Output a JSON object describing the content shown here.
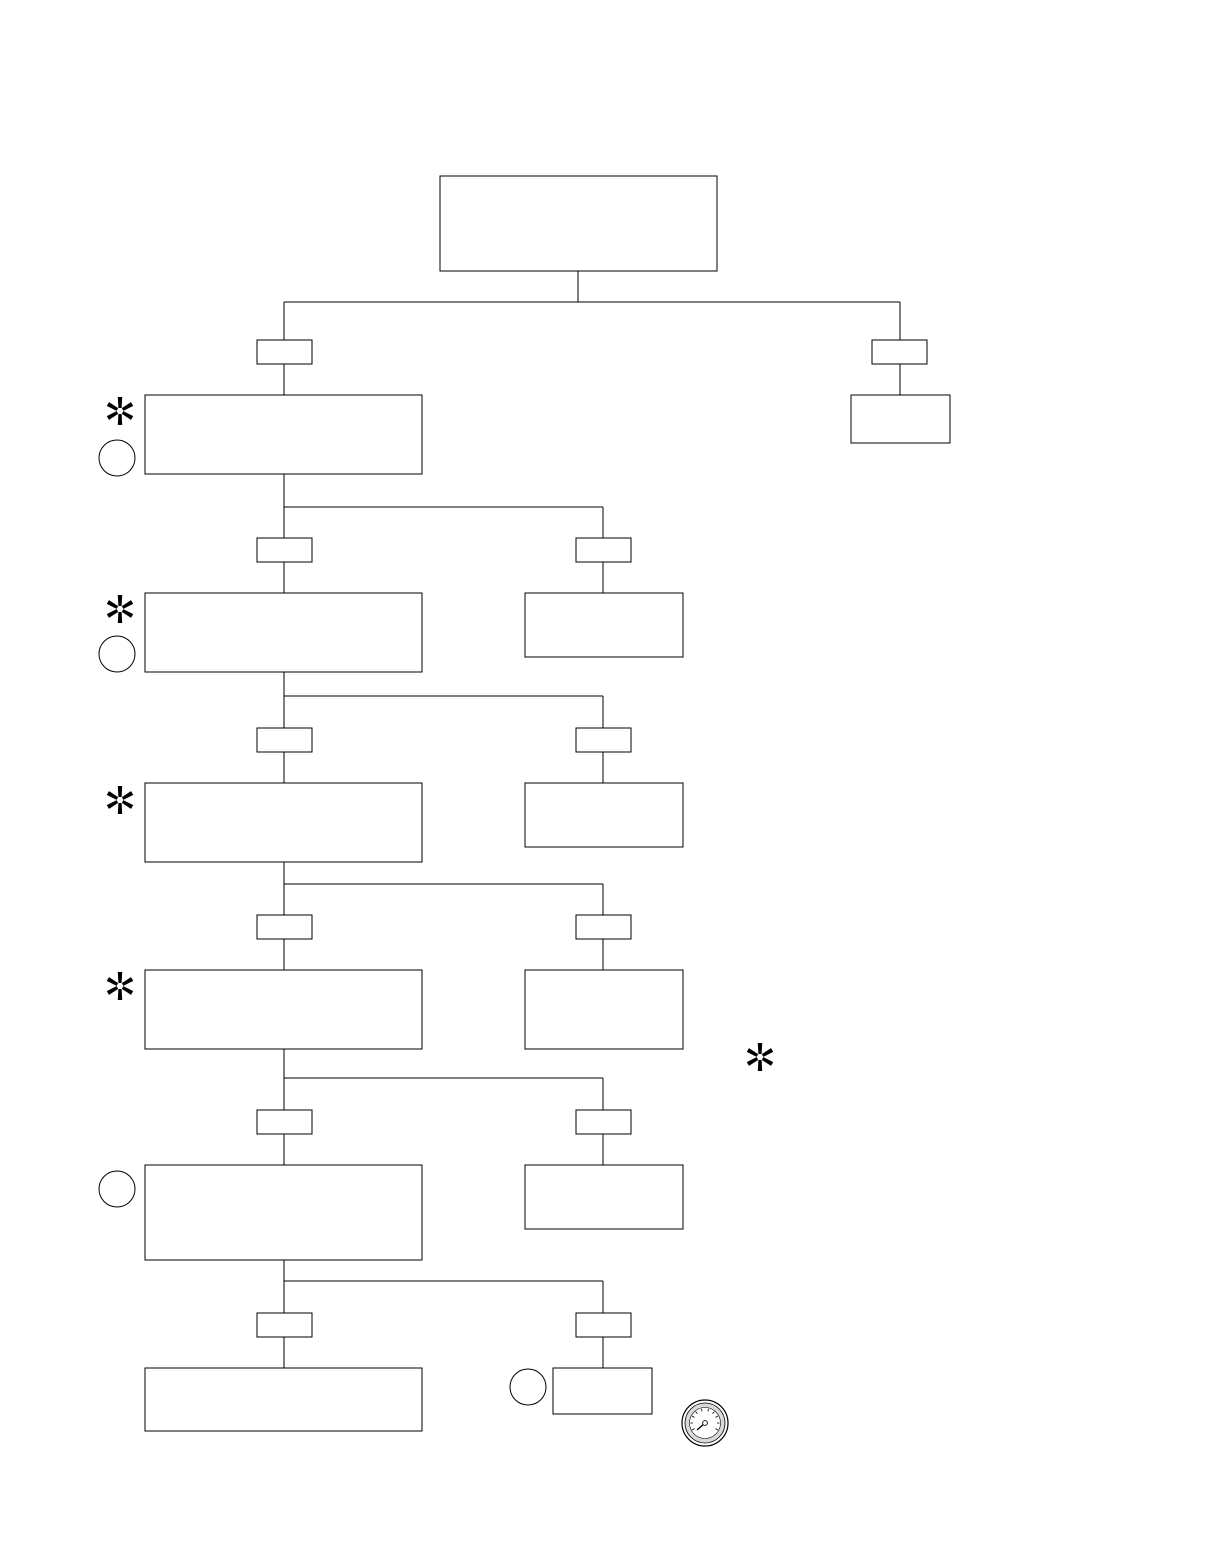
{
  "diagram": {
    "kind": "flowchart-tree",
    "colors": {
      "stroke": "#000000",
      "fill": "#ffffff"
    },
    "root": {
      "label": "",
      "branches": [
        {
          "condition": "",
          "node": {
            "label": "",
            "markers": [
              "asterisk",
              "circle-callout"
            ],
            "branches": [
              {
                "condition": "",
                "node": {
                  "label": "",
                  "markers": [
                    "asterisk",
                    "circle-callout"
                  ],
                  "branches": [
                    {
                      "condition": "",
                      "node": {
                        "label": "",
                        "markers": [
                          "asterisk"
                        ],
                        "branches": [
                          {
                            "condition": "",
                            "node": {
                              "label": "",
                              "markers": [
                                "asterisk"
                              ],
                              "branches": [
                                {
                                  "condition": "",
                                  "node": {
                                    "label": "",
                                    "markers": [
                                      "circle-callout"
                                    ],
                                    "branches": [
                                      {
                                        "condition": "",
                                        "node": {
                                          "label": ""
                                        }
                                      },
                                      {
                                        "condition": "",
                                        "node": {
                                          "label": "",
                                          "markers": [
                                            "circle-callout",
                                            "gauge-icon"
                                          ]
                                        }
                                      }
                                    ]
                                  }
                                },
                                {
                                  "condition": "",
                                  "node": {
                                    "label": ""
                                  }
                                }
                              ]
                            }
                          },
                          {
                            "condition": "",
                            "node": {
                              "label": ""
                            }
                          }
                        ]
                      }
                    },
                    {
                      "condition": "",
                      "node": {
                        "label": ""
                      }
                    }
                  ]
                }
              },
              {
                "condition": "",
                "node": {
                  "label": ""
                }
              }
            ]
          }
        },
        {
          "condition": "",
          "node": {
            "label": ""
          }
        }
      ]
    },
    "free_markers": [
      "asterisk"
    ]
  }
}
